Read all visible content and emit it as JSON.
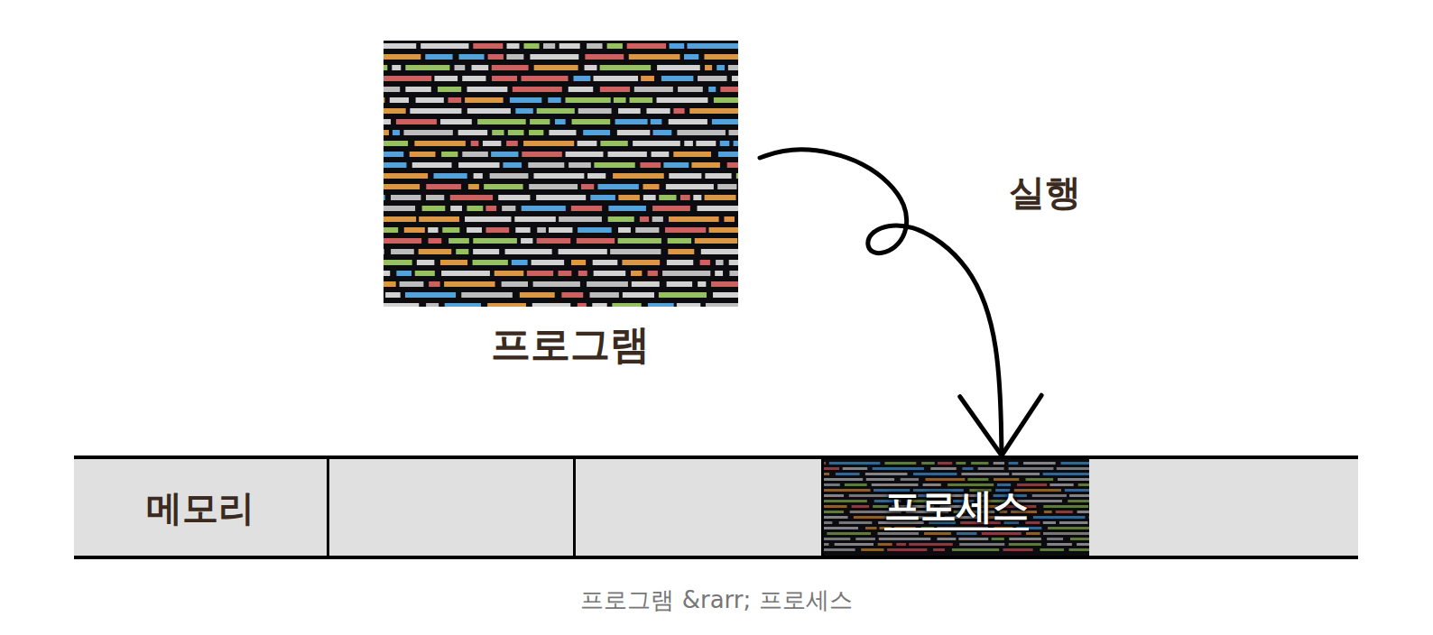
{
  "diagram": {
    "caption": "프로그램 &rarr; 프로세스",
    "nodes": [
      {
        "text": [
          "프로그램"
        ]
      },
      {
        "text": [
          "메모리"
        ]
      },
      {
        "text": [
          "프로세스"
        ],
        "in": 1
      }
    ],
    "edges": [
      {
        "from": 0,
        "to": 2,
        "label": "실행",
        "arrow": "to"
      }
    ]
  }
}
